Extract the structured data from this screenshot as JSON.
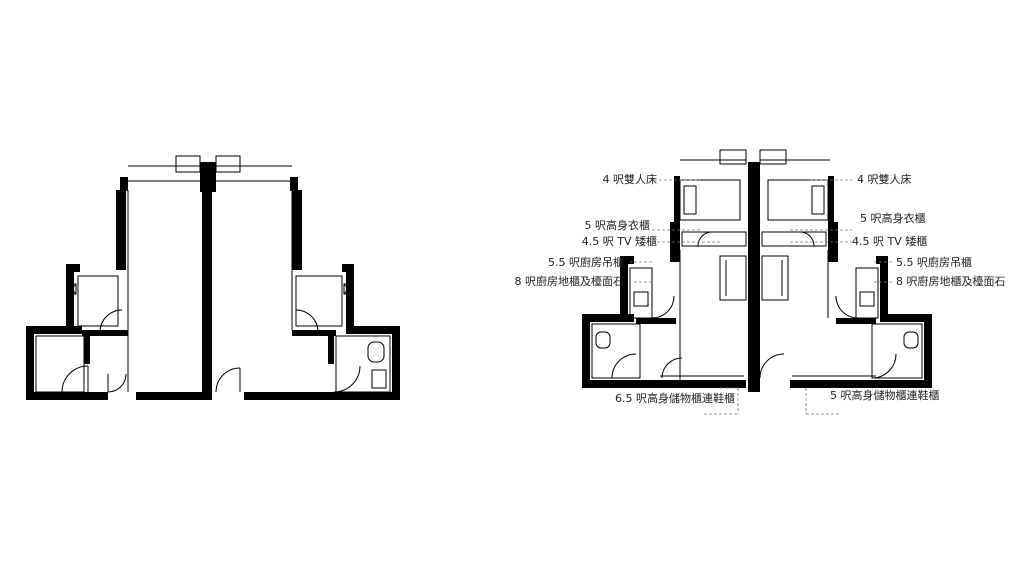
{
  "labels_left": [
    "4 呎雙人床",
    "5 呎高身衣櫃",
    "4.5 呎 TV 矮櫃",
    "5.5 呎廚房吊櫃",
    "8 呎廚房地櫃及檯面石"
  ],
  "labels_right": [
    "4 呎雙人床",
    "5 呎高身衣櫃",
    "4.5 呎 TV 矮櫃",
    "5.5 呎廚房吊櫃",
    "8 呎廚房地櫃及檯面石"
  ],
  "label_bottom_left": "6.5 呎高身儲物櫃連鞋櫃",
  "label_bottom_right": "5 呎高身儲物櫃連鞋櫃"
}
